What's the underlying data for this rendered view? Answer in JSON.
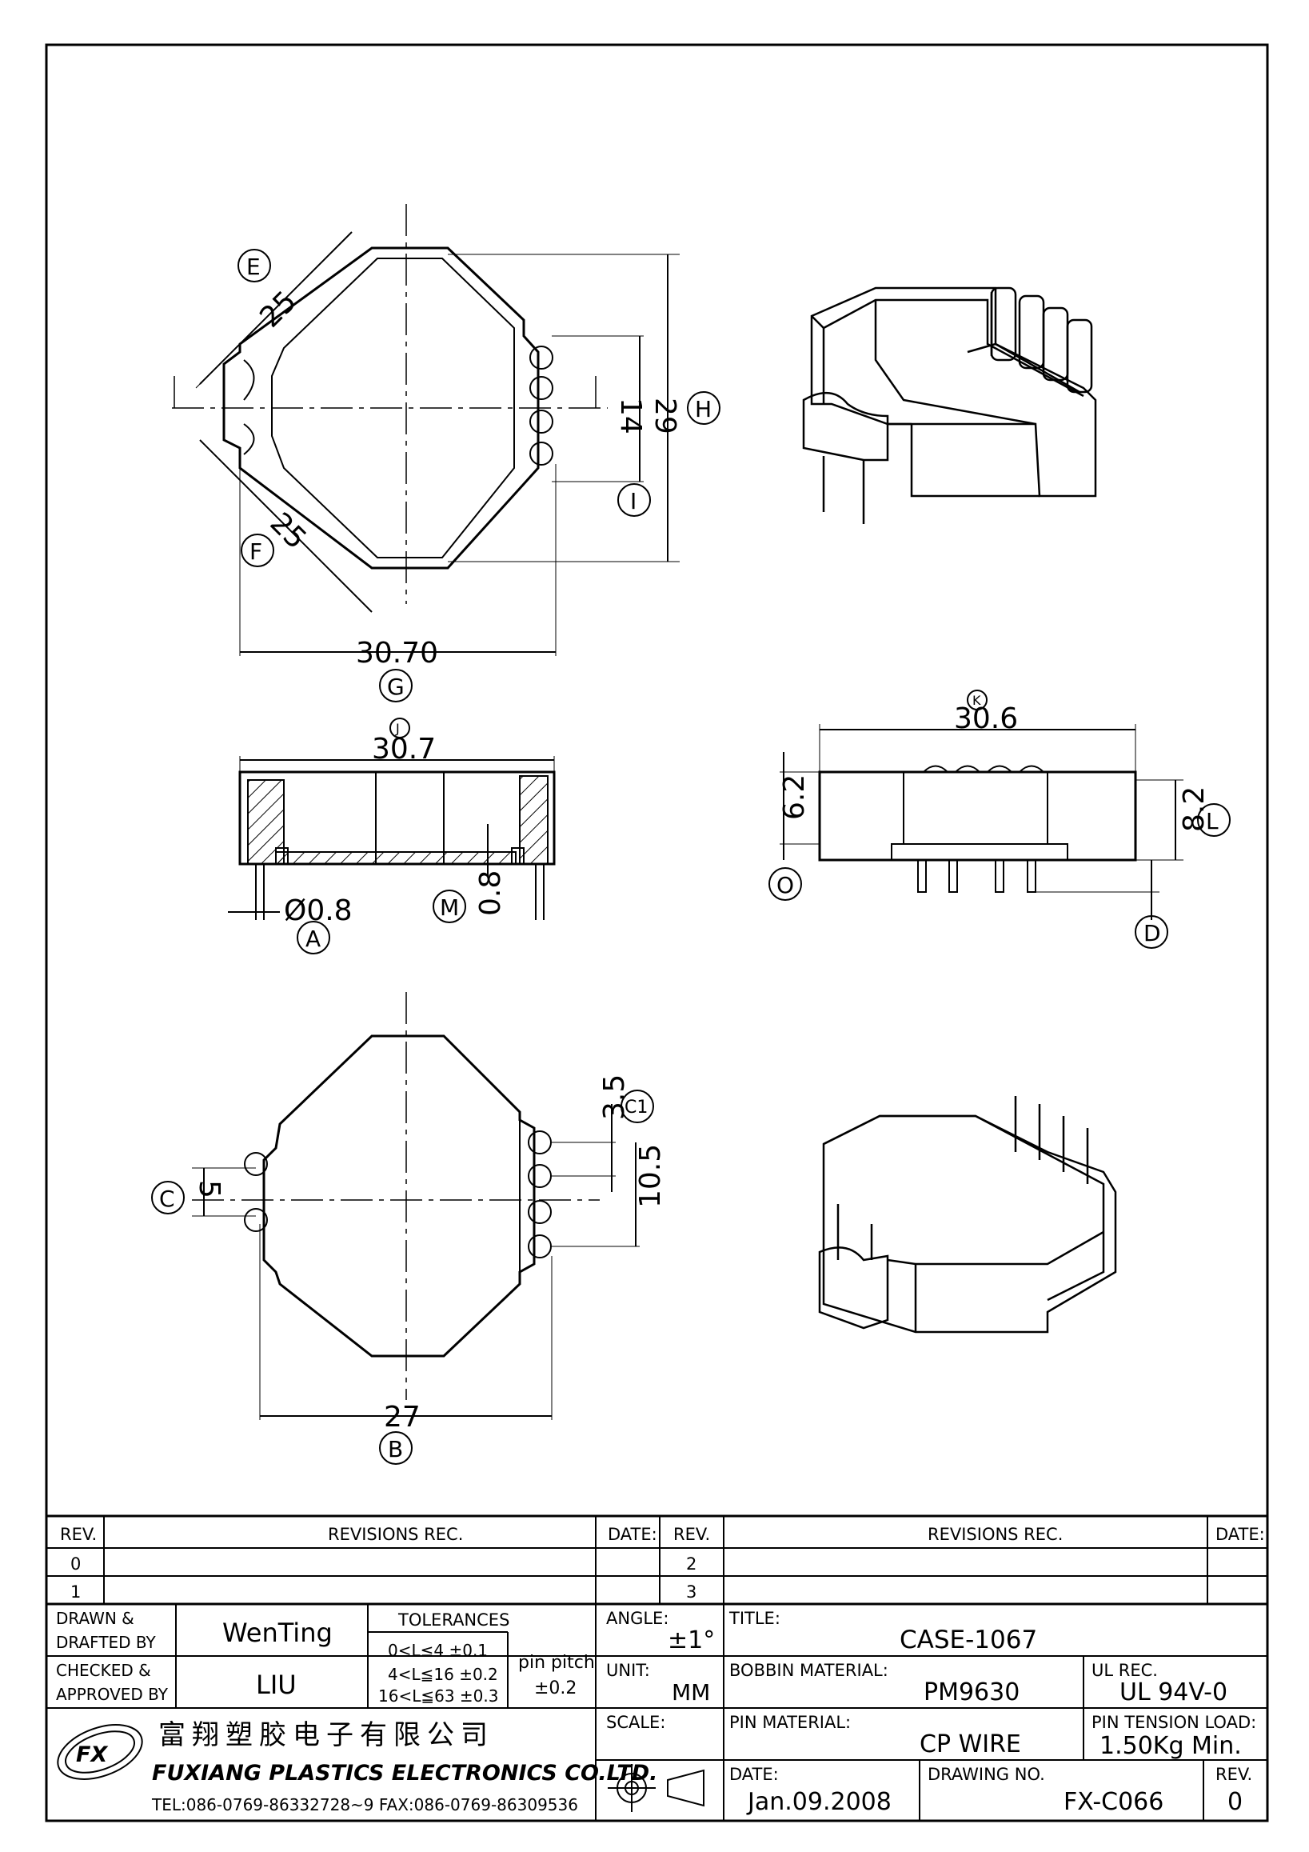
{
  "dimensions": {
    "e_dim": "25",
    "f_dim": "25",
    "g_dim": "30.70",
    "h_dim": "29",
    "i_dim": "14",
    "j_dim": "30.7",
    "a_dim": "Ø0.8",
    "m_dim": "0.8",
    "k_dim": "30.6",
    "o_dim": "6.2",
    "l_dim": "8.2",
    "c1_dim": "3.5",
    "c_dim": "5",
    "pin_span_dim": "10.5",
    "b_dim": "27"
  },
  "callouts": {
    "A": "A",
    "B": "B",
    "C": "C",
    "C1": "C1",
    "D": "D",
    "E": "E",
    "F": "F",
    "G": "G",
    "H": "H",
    "I": "I",
    "J": "J",
    "K": "K",
    "L": "L",
    "M": "M",
    "O": "O"
  },
  "revisions": {
    "rev_header": "REV.",
    "revisions_header": "REVISIONS   REC.",
    "date_header": "DATE:",
    "rows_left": [
      "0",
      "1"
    ],
    "rows_right": [
      "2",
      "3"
    ]
  },
  "title_block": {
    "drawn_label_1": "DRAWN &",
    "drawn_label_2": "DRAFTED BY",
    "drawn_value": "WenTing",
    "checked_label_1": "CHECKED &",
    "checked_label_2": "APPROVED BY",
    "checked_value": "LIU",
    "tolerances_title": "TOLERANCES",
    "tol_1": "0<L≤4   ±0.1",
    "tol_2": "4<L≦16  ±0.2",
    "tol_3": "16<L≦63  ±0.3",
    "pin_pitch_label": "pin pitch",
    "pin_pitch_value": "±0.2",
    "angle_label": "ANGLE:",
    "angle_value": "±1°",
    "unit_label": "UNIT:",
    "unit_value": "MM",
    "scale_label": "SCALE:",
    "title_label": "TITLE:",
    "title_value": "CASE-1067",
    "bobbin_label": "BOBBIN MATERIAL:",
    "bobbin_value": "PM9630",
    "ul_label": "UL REC.",
    "ul_value": "UL 94V-0",
    "pin_material_label": "PIN MATERIAL:",
    "pin_material_value": "CP WIRE",
    "tension_label": "PIN TENSION LOAD:",
    "tension_value": "1.50Kg Min.",
    "date_label": "DATE:",
    "date_value": "Jan.09.2008",
    "drawing_no_label": "DRAWING NO.",
    "drawing_no_value": "FX-C066",
    "rev_label": "REV.",
    "rev_value": "0"
  },
  "company": {
    "logo": "FX",
    "name_cn": "富翔塑胶电子有限公司",
    "name_en": "FUXIANG PLASTICS ELECTRONICS CO.LTD.",
    "contact": "TEL:086-0769-86332728~9  FAX:086-0769-86309536"
  }
}
